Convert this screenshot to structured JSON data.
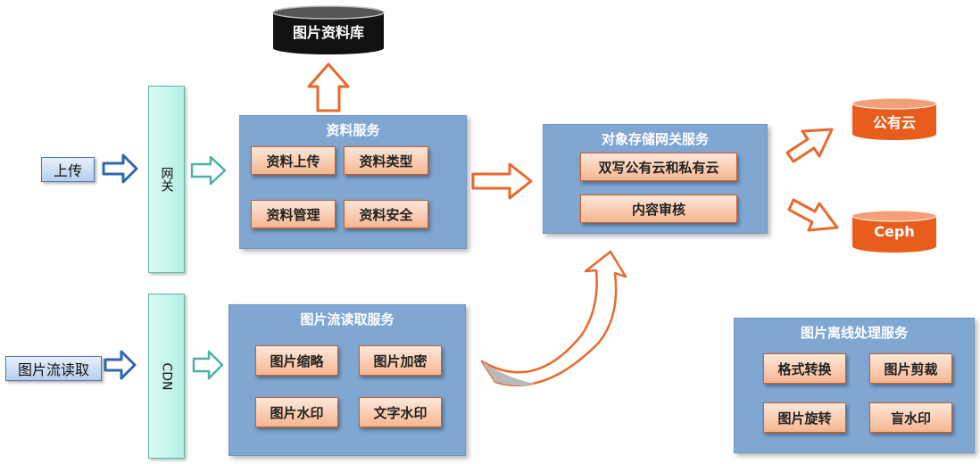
{
  "image_db": {
    "label": "图片资料库"
  },
  "upload": {
    "label": "上传"
  },
  "image_stream_read": {
    "label": "图片流读取"
  },
  "gateway": {
    "label": "网关"
  },
  "cdn": {
    "label": "CDN"
  },
  "data_service": {
    "title": "资料服务",
    "items": [
      "资料上传",
      "资料类型",
      "资料管理",
      "资料安全"
    ]
  },
  "image_stream_service": {
    "title": "图片流读取服务",
    "items": [
      "图片缩略",
      "图片加密",
      "图片水印",
      "文字水印"
    ]
  },
  "object_storage_service": {
    "title": "对象存储网关服务",
    "items": [
      "双写公有云和私有云",
      "内容审核"
    ]
  },
  "public_cloud": {
    "label": "公有云"
  },
  "ceph": {
    "label": "Ceph"
  },
  "offline_service": {
    "title": "图片离线处理服务",
    "items": [
      "格式转换",
      "图片剪裁",
      "图片旋转",
      "盲水印"
    ]
  },
  "colors": {
    "service_bg": "#7fa7d2",
    "chip_border": "#d25a21",
    "orange_arrow": "#e8692a",
    "blue_arrow": "#2e66b0",
    "teal_arrow": "#4bb3a0",
    "cloud_orange": "#e85d1c"
  }
}
